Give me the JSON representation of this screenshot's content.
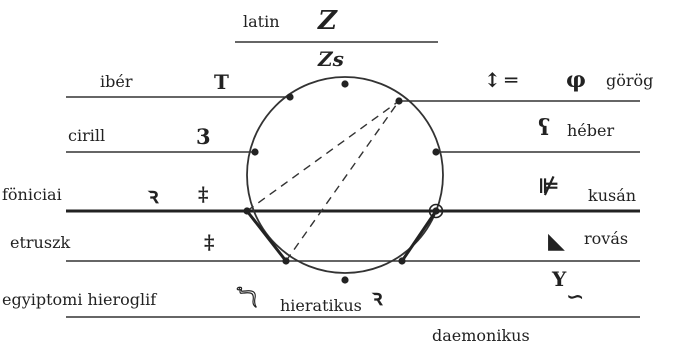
{
  "title": {
    "label": "latin",
    "glyph_top": "Z",
    "glyph_bottom": "Zs"
  },
  "rows": {
    "iber": {
      "label": "ibér",
      "glyph": "T"
    },
    "cirill": {
      "label": "cirill",
      "glyph": "3"
    },
    "foniciai": {
      "label": "föniciai",
      "glyph_a": "ꝛ",
      "glyph_b": "‡"
    },
    "etruszk": {
      "label": "etruszk",
      "glyph": "‡"
    },
    "egyiptomi": {
      "label": "egyiptomi hieroglif",
      "glyph": "𓆓"
    },
    "hieratikus": {
      "label": "hieratikus",
      "glyph": "ꝛ"
    },
    "daemonikus": {
      "label": "daemonikus"
    }
  },
  "right": {
    "gorog": {
      "label": "görög",
      "glyph_a": "↕",
      "glyph_b": "═",
      "glyph_c": "φ"
    },
    "heber": {
      "label": "héber",
      "glyph": "ʕ"
    },
    "kusan": {
      "label": "kusán",
      "glyph": "⊯"
    },
    "rovas": {
      "label": "rovás",
      "glyph": "◣"
    },
    "daemonic_glyph_a": "Y",
    "daemonic_glyph_b": "∽"
  }
}
